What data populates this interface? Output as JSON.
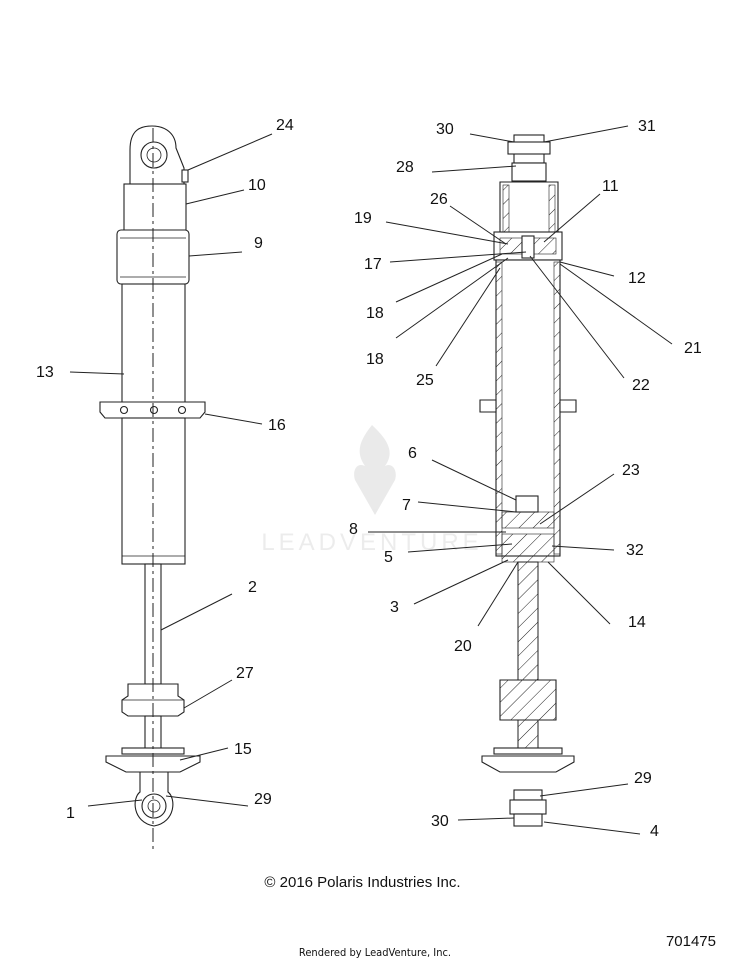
{
  "callouts": {
    "c24": "24",
    "c10": "10",
    "c9": "9",
    "c13": "13",
    "c16": "16",
    "c2": "2",
    "c27": "27",
    "c15": "15",
    "c1": "1",
    "c29a": "29",
    "c30a": "30",
    "c31": "31",
    "c28": "28",
    "c26": "26",
    "c11": "11",
    "c19": "19",
    "c17": "17",
    "c12": "12",
    "c18a": "18",
    "c18b": "18",
    "c21": "21",
    "c25": "25",
    "c22": "22",
    "c6": "6",
    "c23": "23",
    "c7": "7",
    "c8": "8",
    "c5": "5",
    "c32": "32",
    "c3": "3",
    "c20": "20",
    "c14": "14",
    "c29b": "29",
    "c30b": "30",
    "c4": "4"
  },
  "watermark": "LEADVENTURE",
  "copyright": "© 2016 Polaris Industries Inc.",
  "rendered_by": "Rendered by LeadVenture, Inc.",
  "part_number": "701475"
}
